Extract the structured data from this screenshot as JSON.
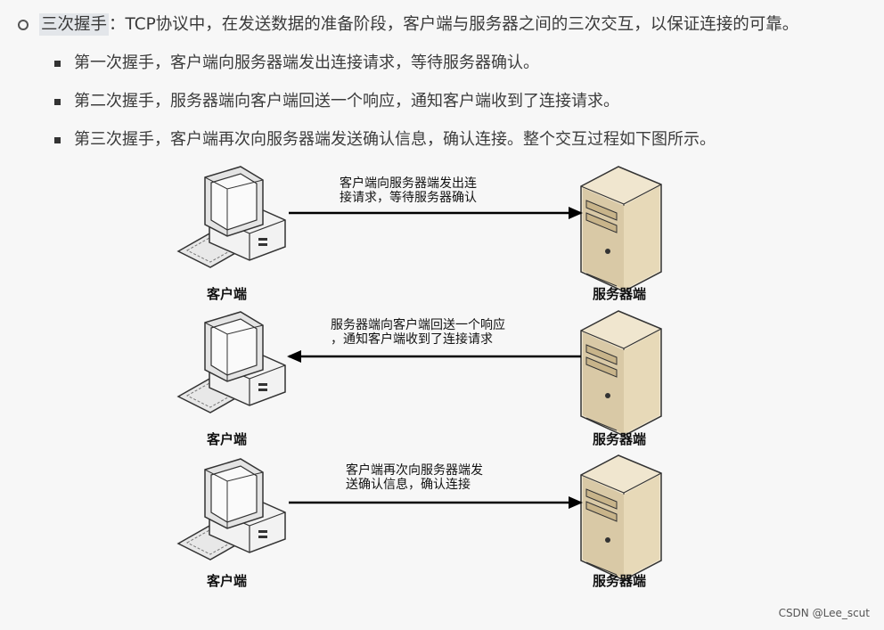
{
  "heading": {
    "term": "三次握手",
    "rest": "：TCP协议中，在发送数据的准备阶段，客户端与服务器之间的三次交互，以保证连接的可靠。"
  },
  "steps": [
    {
      "text": "第一次握手，客户端向服务器端发出连接请求，等待服务器确认。"
    },
    {
      "text": "第二次握手，服务器端向客户端回送一个响应，通知客户端收到了连接请求。"
    },
    {
      "text": "第三次握手，客户端再次向服务器端发送确认信息，确认连接。整个交互过程如下图所示。"
    }
  ],
  "diagram": {
    "rows": [
      {
        "client_label": "客户端",
        "server_label": "服务器端",
        "message_line1": "客户端向服务器端发出连",
        "message_line2": "接请求，等待服务器确认",
        "direction": "client-to-server"
      },
      {
        "client_label": "客户端",
        "server_label": "服务器端",
        "message_line1": "服务器端向客户端回送一个响应",
        "message_line2": "，通知客户端收到了连接请求",
        "direction": "server-to-client"
      },
      {
        "client_label": "客户端",
        "server_label": "服务器端",
        "message_line1": "客户端再次向服务器端发",
        "message_line2": "送确认信息，确认连接",
        "direction": "client-to-server"
      }
    ]
  },
  "watermark": "CSDN @Lee_scut"
}
